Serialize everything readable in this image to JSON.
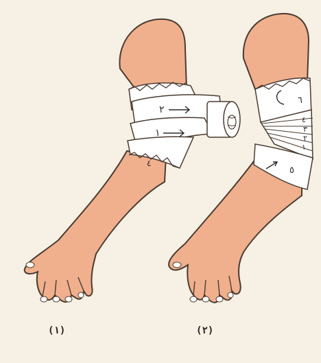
{
  "captions": {
    "fig1": "(١)",
    "fig2": "(٢)"
  },
  "figure1": {
    "turn_labels": [
      "٢",
      "١",
      "٤"
    ]
  },
  "figure2": {
    "turn_labels": [
      "٦",
      "٤",
      "٣",
      "٢",
      "١",
      "٥"
    ]
  },
  "colors": {
    "paper": "#f6f1e4",
    "skin": "#f0b08e",
    "skin_edge": "#4a3a30",
    "bandage": "#ffffff",
    "ink": "#2a2a2a"
  },
  "icons": [
    "arm-left-figure",
    "arm-right-figure",
    "bandage-roll-icon"
  ]
}
